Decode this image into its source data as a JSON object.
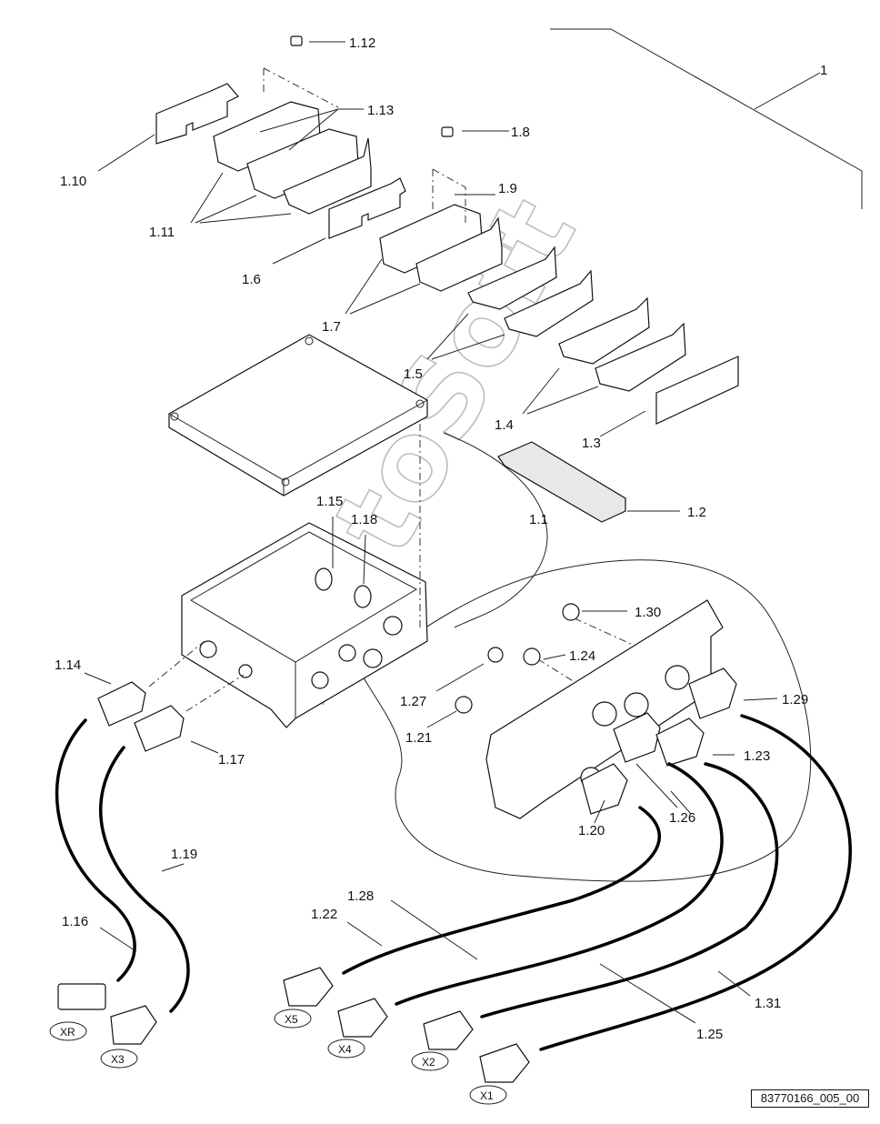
{
  "watermark": "AutoSoft",
  "document_id": "83770166_005_00",
  "callouts": {
    "c1": "1",
    "c1_1": "1.1",
    "c1_2": "1.2",
    "c1_3": "1.3",
    "c1_4": "1.4",
    "c1_5": "1.5",
    "c1_6": "1.6",
    "c1_7": "1.7",
    "c1_8": "1.8",
    "c1_9": "1.9",
    "c1_10": "1.10",
    "c1_11": "1.11",
    "c1_12": "1.12",
    "c1_13": "1.13",
    "c1_14": "1.14",
    "c1_15": "1.15",
    "c1_16": "1.16",
    "c1_17": "1.17",
    "c1_18": "1.18",
    "c1_19": "1.19",
    "c1_20": "1.20",
    "c1_21": "1.21",
    "c1_22": "1.22",
    "c1_23": "1.23",
    "c1_24": "1.24",
    "c1_25": "1.25",
    "c1_26": "1.26",
    "c1_27": "1.27",
    "c1_28": "1.28",
    "c1_29": "1.29",
    "c1_30": "1.30",
    "c1_31": "1.31"
  },
  "connectors": {
    "xr": "XR",
    "x3": "X3",
    "x5": "X5",
    "x4": "X4",
    "x2": "X2",
    "x1": "X1"
  }
}
